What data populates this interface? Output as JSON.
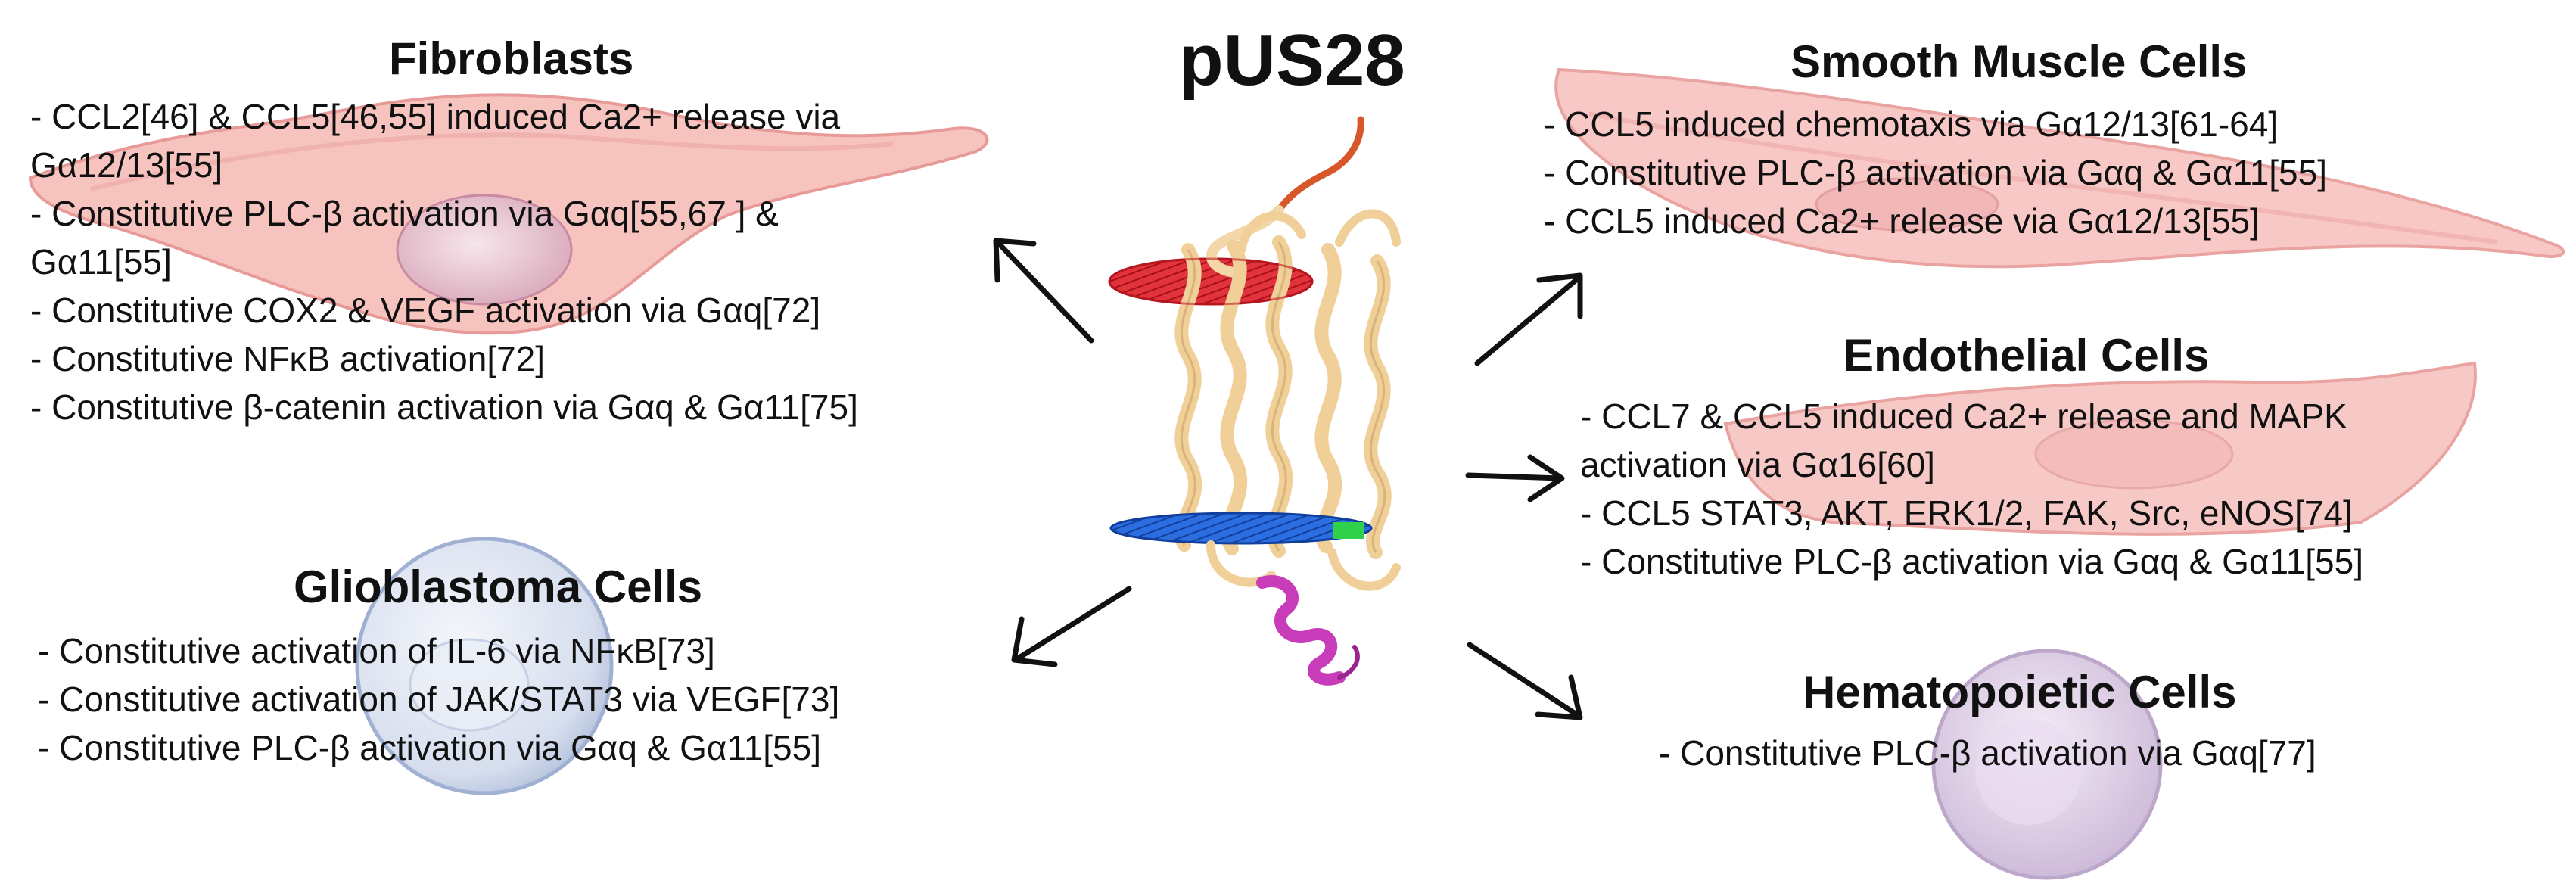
{
  "title": "pUS28",
  "panels": {
    "fibroblasts": {
      "heading": "Fibroblasts",
      "lines": [
        "- CCL2[46] & CCL5[46,55] induced Ca2+ release via",
        "Gα12/13[55]",
        "- Constitutive PLC-β activation via Gαq[55,67 ] &",
        "Gα11[55]",
        "- Constitutive COX2 & VEGF activation via Gαq[72]",
        "- Constitutive NFκB activation[72]",
        "- Constitutive β-catenin activation via Gαq & Gα11[75]"
      ]
    },
    "glioblastoma": {
      "heading": "Glioblastoma Cells",
      "lines": [
        "- Constitutive activation of IL-6 via NFκB[73]",
        "- Constitutive activation of JAK/STAT3 via VEGF[73]",
        "- Constitutive PLC-β activation via Gαq & Gα11[55]"
      ]
    },
    "smooth_muscle": {
      "heading": "Smooth Muscle Cells",
      "lines": [
        "- CCL5 induced chemotaxis via Gα12/13[61-64]",
        "- Constitutive PLC-β activation via Gαq & Gα11[55]",
        "- CCL5 induced Ca2+ release via Gα12/13[55]"
      ]
    },
    "endothelial": {
      "heading": "Endothelial Cells",
      "lines": [
        "- CCL7 & CCL5 induced Ca2+ release and MAPK",
        "activation via Gα16[60]",
        "- CCL5 STAT3, AKT, ERK1/2, FAK, Src, eNOS[74]",
        "- Constitutive PLC-β activation via Gαq & Gα11[55]"
      ]
    },
    "hematopoietic": {
      "heading": "Hematopoietic Cells",
      "lines": [
        "- Constitutive PLC-β activation via Gαq[77]"
      ]
    }
  },
  "colors": {
    "text": "#111111",
    "cell_pink": "#f2a9a6",
    "nucleus": "#e9c8d2",
    "glioblastoma_cell": "#c9d4e8",
    "hematopoietic_cell": "#d9cbe0",
    "helix_tan": "#f3d7a8",
    "membrane_red": "#d9202a",
    "membrane_blue": "#1f5fd6",
    "helix_magenta": "#c93cb9",
    "accent_green": "#2fd14a",
    "arrow": "#111111"
  }
}
